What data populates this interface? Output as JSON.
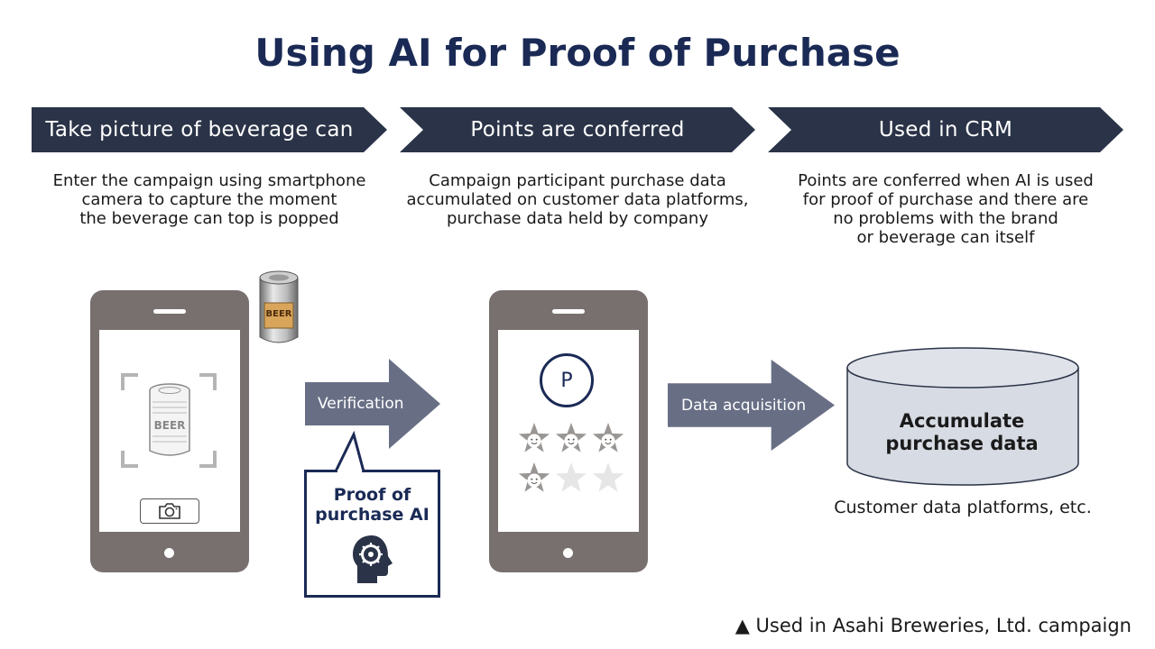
{
  "title": "Using AI for Proof of Purchase",
  "steps": [
    {
      "header": "Take picture of beverage can",
      "description": [
        "Enter the campaign  using smartphone",
        "camera to capture the moment",
        "the beverage can top is popped"
      ]
    },
    {
      "header": "Points are conferred",
      "description": [
        "Campaign participant purchase data",
        "accumulated on customer data platforms,",
        "purchase data held by company"
      ]
    },
    {
      "header": "Used in CRM",
      "description": [
        "Points are conferred when AI is used",
        "for proof of purchase and there are",
        "no problems with the brand",
        "or beverage can itself"
      ]
    }
  ],
  "can_label": "BEER",
  "verification_label": "Verification",
  "proof_ai": {
    "line1": "Proof of",
    "line2": "purchase AI"
  },
  "points_symbol": "P",
  "stars": {
    "filled": 4,
    "total": 6
  },
  "data_acquisition_label": "Data acquisition",
  "database": {
    "line1": "Accumulate",
    "line2": "purchase data"
  },
  "database_caption": "Customer data platforms, etc.",
  "footnote": "▲ Used in Asahi Breweries, Ltd. campaign",
  "colors": {
    "title": "#1a2a55",
    "chevron": "#2a3347",
    "phone": "#77706e",
    "arrow": "#686f85",
    "database": "#d7dbe3",
    "star_filled": "#9a9694",
    "star_empty": "#e6e6e6"
  }
}
